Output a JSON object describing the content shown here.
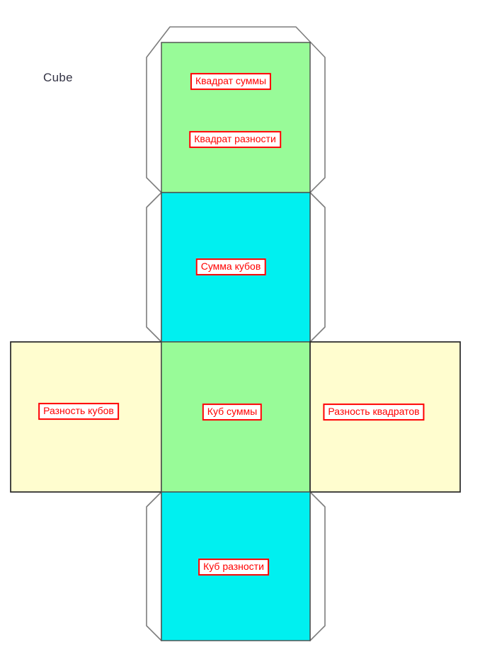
{
  "page": {
    "title": "Cube"
  },
  "colors": {
    "background": "#FFFFFF",
    "face_green": "#98FB98",
    "face_cyan": "#00F0F0",
    "face_yellow": "#FFFDCF",
    "face_border": "#4B4B4B",
    "yellow_border": "#262626",
    "flap_border": "#7D7D7D",
    "flap_fill": "#FFFFFF",
    "label_red": "#FF0000",
    "label_bg": "#FFFFFF",
    "title_color": "#333344"
  },
  "labels": [
    {
      "id": "square-of-sum",
      "text": "Квадрат суммы"
    },
    {
      "id": "square-of-difference",
      "text": "Квадрат разности"
    },
    {
      "id": "sum-of-cubes",
      "text": "Сумма кубов"
    },
    {
      "id": "difference-of-cubes",
      "text": "Разность кубов"
    },
    {
      "id": "cube-of-sum",
      "text": "Куб суммы"
    },
    {
      "id": "difference-of-squares",
      "text": "Разность квадратов"
    },
    {
      "id": "cube-of-difference",
      "text": "Куб разности"
    }
  ],
  "faces": [
    {
      "id": "top-face",
      "color": "green",
      "labels": [
        "Квадрат суммы",
        "Квадрат разности"
      ]
    },
    {
      "id": "upper-middle-face",
      "color": "cyan",
      "labels": [
        "Сумма кубов"
      ]
    },
    {
      "id": "left-face",
      "color": "yellow",
      "labels": [
        "Разность кубов"
      ]
    },
    {
      "id": "center-face",
      "color": "green",
      "labels": [
        "Куб суммы"
      ]
    },
    {
      "id": "right-face",
      "color": "yellow",
      "labels": [
        "Разность квадратов"
      ]
    },
    {
      "id": "bottom-face",
      "color": "cyan",
      "labels": [
        "Куб разности"
      ]
    }
  ]
}
